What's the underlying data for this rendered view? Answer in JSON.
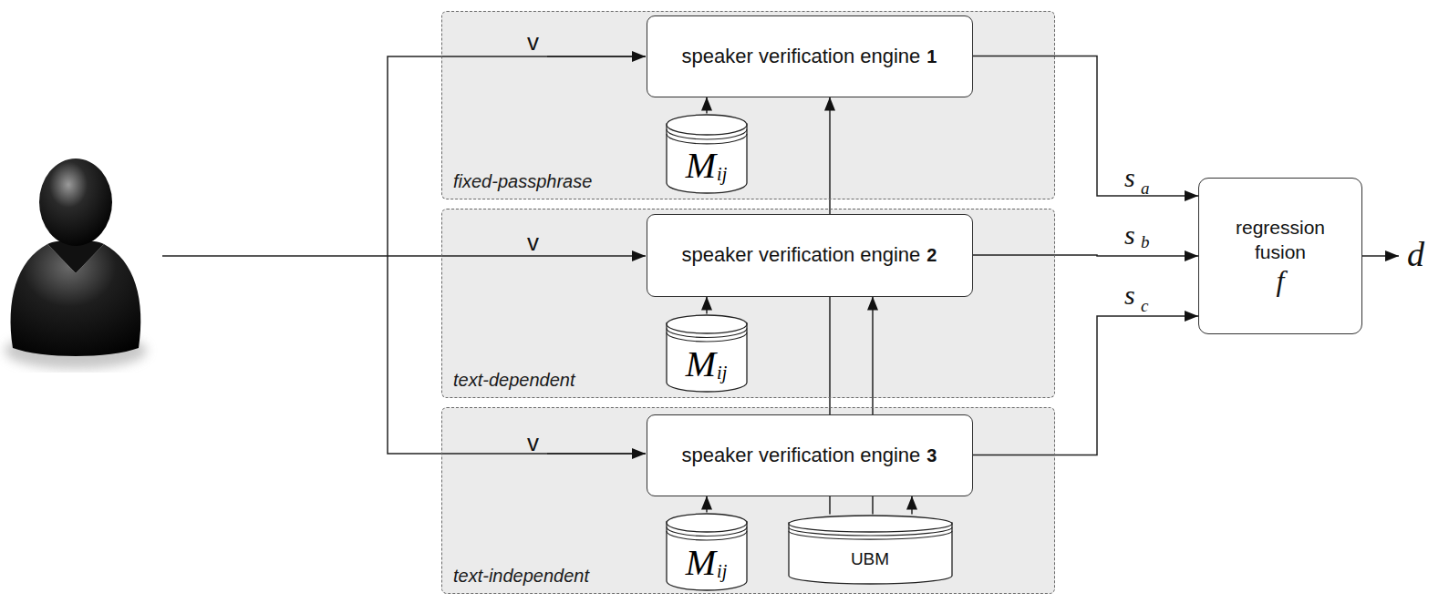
{
  "diagram": {
    "nodes": [
      {
        "text": [
          "fixed-passphrase"
        ]
      },
      {
        "text": [
          "speaker verification engine",
          "1"
        ],
        "in": 0
      },
      {
        "text": [
          "M",
          "ij"
        ],
        "in": 0
      },
      {
        "text": [
          "text-dependent"
        ]
      },
      {
        "text": [
          "speaker verification engine",
          "2"
        ],
        "in": 3
      },
      {
        "text": [
          "M",
          "ij"
        ],
        "in": 3
      },
      {
        "text": [
          "text-independent"
        ]
      },
      {
        "text": [
          "speaker verification engine",
          "3"
        ],
        "in": 6
      },
      {
        "text": [
          "M",
          "ij"
        ],
        "in": 6
      },
      {
        "text": [
          "UBM"
        ],
        "in": 6
      },
      {
        "text": [
          "regression fusion",
          "f"
        ]
      }
    ],
    "edges": [
      {
        "from": 2,
        "to": 1,
        "arrow": "to"
      },
      {
        "from": 5,
        "to": 4,
        "arrow": "to"
      },
      {
        "from": 8,
        "to": 7,
        "arrow": "to"
      },
      {
        "from": 9,
        "to": 7,
        "arrow": "to"
      },
      {
        "from": 9,
        "to": 4,
        "arrow": "to"
      },
      {
        "from": 9,
        "to": 1,
        "arrow": "to"
      },
      {
        "from": 1,
        "to": 10,
        "arrow": "to",
        "label": "s"
      },
      {
        "from": 4,
        "to": 10,
        "arrow": "to",
        "label": "s"
      },
      {
        "from": 7,
        "to": 10,
        "arrow": "to",
        "label": "s"
      }
    ],
    "labels": [
      "v",
      "v",
      "v",
      "a",
      "b",
      "c",
      "d"
    ]
  }
}
